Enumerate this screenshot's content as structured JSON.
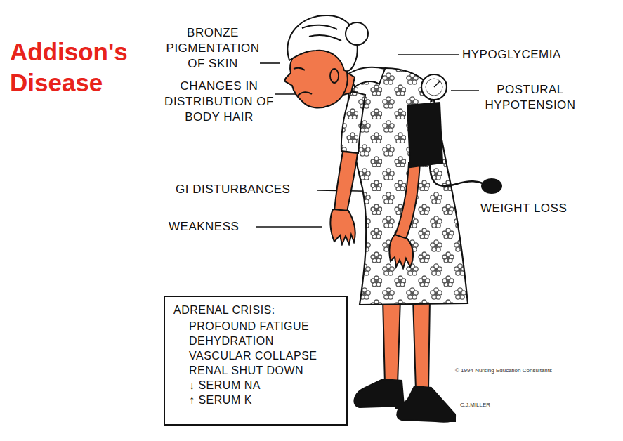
{
  "diagram": {
    "title": "Addison's Disease",
    "nodes": [
      {
        "text": [
          "ADRENAL CRISIS:",
          "PROFOUND FATIGUE",
          "DEHYDRATION",
          "VASCULAR COLLAPSE",
          "RENAL SHUT DOWN",
          "↓ SERUM NA",
          "↑ SERUM K"
        ]
      }
    ],
    "labels": [
      "BRONZE PIGMENTATION OF SKIN",
      "CHANGES IN DISTRIBUTION OF BODY HAIR",
      "HYPOGLYCEMIA",
      "POSTURAL HYPOTENSION",
      "GI DISTURBANCES",
      "WEIGHT LOSS",
      "WEAKNESS",
      "© 1994 Nursing Education Consultants",
      "C.J.MILLER"
    ]
  }
}
